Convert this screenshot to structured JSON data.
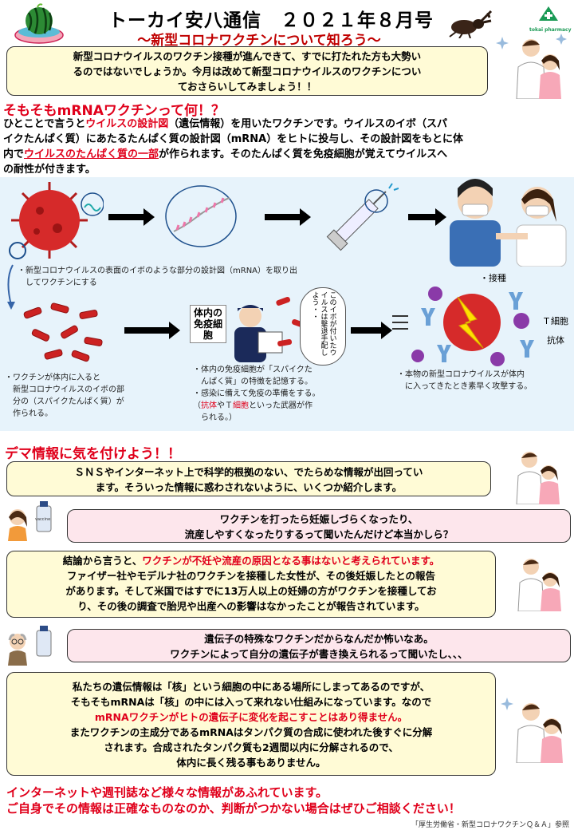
{
  "header": {
    "title": "トーカイ安八通信　２０２１年８月号",
    "subtitle": "～新型コロナワクチンについて知ろう～",
    "logo_text": "tokai pharmacy"
  },
  "intro": {
    "line1": "新型コロナウイルスのワクチン接種が進んできて、すでに打たれた方も大勢い",
    "line2": "るのではないでしょうか。今月は改めて新型コロナウイルスのワクチンについ",
    "line3": "ておさらいしてみましょう！！"
  },
  "mrna": {
    "heading": "そもそもmRNAワクチンって何！？",
    "p1a": "ひとことで言うと",
    "p1b": "ウイルスの設計図",
    "p1c": "（遺伝情報）を用いたワクチンです。ウイルスのイボ（スパ",
    "p2": "イクたんぱく質）にあたるたんぱく質の設計図（mRNA）をヒトに投与し、その設計図をもとに体",
    "p3a": "内で",
    "p3b": "ウイルスのたんぱく質の一部",
    "p3c": "が作られます。そのたんぱく質を免疫細胞が覚えてウイルスへ",
    "p4": "の耐性が付きます。",
    "cap1a": "・新型コロナウイルスの表面のイボのような部分の設計図（mRNA）を取り出",
    "cap1b": "　してワクチンにする",
    "cap2a": "・ワクチンが体内に入ると",
    "cap2b": "　新型コロナウイルスのイボの部",
    "cap2c": "　分の（スパイクたんぱく質）が",
    "cap2d": "　作られる。",
    "cap3a": "・体内の免疫細胞が「スパイクた",
    "cap3b": "　んぱく質」の特徴を記憶する。",
    "cap3c": "・感染に備えて免疫の準備をする。",
    "cap3d1": "（",
    "cap3d2": "抗体",
    "cap3d3": "やＴ",
    "cap3d4": "細胞",
    "cap3d5": "といった武器が作",
    "cap3e": "　られる。）",
    "cap4a": "・本物の新型コロナウイルスが体内",
    "cap4b": "　に入ってきたとき素早く攻撃する。",
    "immune_label": "体内の免疫細胞",
    "speech_cell": "このイボが付いたウイルスは撃退手配しよう・・",
    "label_sesshu": "・接種",
    "label_tcell": "Ｔ細胞",
    "label_antibody": "抗体"
  },
  "dema": {
    "heading": "デマ情報に気を付けよう！！",
    "intro1": "ＳＮＳやインターネット上で科学的根拠のない、でたらめな情報が出回ってい",
    "intro2": "ます。そういった情報に惑わされないように、いくつか紹介します。",
    "q1a": "ワクチンを打ったら妊娠しづらくなったり、",
    "q1b": "流産しやすくなったりするって聞いたんだけど本当かしら？",
    "a1a1": "結論から言うと、",
    "a1a2": "ワクチンが不妊や流産の原因となる事はないと考えられています。",
    "a1b": "ファイザー社やモデルナ社のワクチンを接種した女性が、その後妊娠したとの報告",
    "a1c": "があります。そして米国ではすでに13万人以上の妊婦の方がワクチンを接種してお",
    "a1d": "り、その後の調査で胎児や出産への影響はなかったことが報告されています。",
    "q2a": "遺伝子の特殊なワクチンだからなんだか怖いなあ。",
    "q2b": "ワクチンによって自分の遺伝子が書き換えられるって聞いたし、、、",
    "a2a": "私たちの遺伝情報は「核」という細胞の中にある場所にしまってあるのですが、",
    "a2b": "そもそもmRNAは「核」の中には入って来れない仕組みになっています。なので",
    "a2c": "mRNAワクチンがヒトの遺伝子に変化を起こすことはあり得ません。",
    "a2d": "またワクチンの主成分であるmRNAはタンパク質の合成に使われた後すぐに分解",
    "a2e": "されます。合成されたタンパク質も2週間以内に分解されるので、",
    "a2f": "体内に長く残る事もありません。",
    "vaccine_label": "vaccine"
  },
  "footer": {
    "line1": "インターネットや週刊誌など様々な情報があふれています。",
    "line2": "ご自身でその情報は正確なものなのか、判断がつかない場合はぜひご相談ください！",
    "source": "「厚生労働省・新型コロナワクチンＱ＆Ａ」参照"
  },
  "colors": {
    "accent_red": "#e0001b",
    "bubble_yellow": "#fffbd6",
    "bubble_pink": "#fde6ec",
    "panel_blue": "#e7f3fb"
  }
}
